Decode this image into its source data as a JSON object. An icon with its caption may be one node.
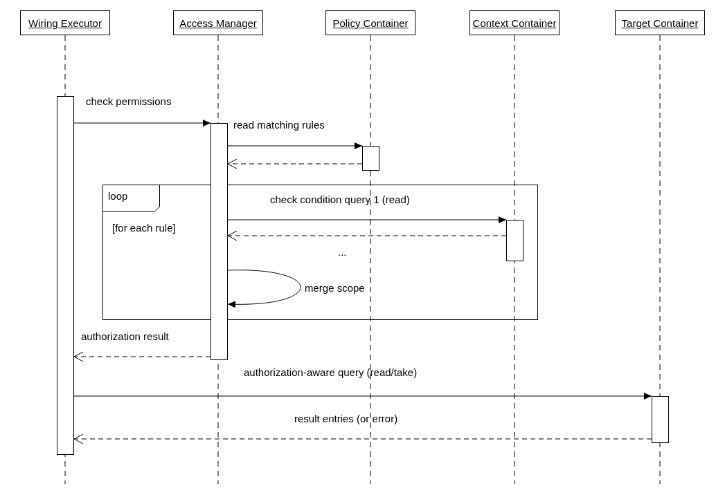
{
  "diagram": {
    "nodes": [
      {
        "text": [
          "Wiring Executor"
        ]
      },
      {
        "text": [
          "Access Manager"
        ]
      },
      {
        "text": [
          "Policy Container"
        ]
      },
      {
        "text": [
          "Context Container"
        ]
      },
      {
        "text": [
          "Target Container"
        ]
      },
      {
        "text": [],
        "shape": "bar"
      },
      {
        "text": [],
        "shape": "bar"
      },
      {
        "text": [],
        "shape": "bar"
      },
      {
        "text": [],
        "shape": "bar"
      },
      {
        "text": [],
        "shape": "bar"
      },
      {
        "text": [
          "loop"
        ]
      }
    ],
    "edges": [
      {
        "from": 5,
        "to": 6,
        "arrow": "to",
        "label": "check permissions"
      },
      {
        "from": 6,
        "to": 7,
        "arrow": "to",
        "label": "read matching rules"
      },
      {
        "from": 7,
        "to": 6,
        "arrow": "to",
        "style": "dashed"
      },
      {
        "from": 6,
        "to": 8,
        "arrow": "to",
        "label": "check condition query 1 (read)"
      },
      {
        "from": 8,
        "to": 6,
        "arrow": "to",
        "style": "dashed"
      },
      {
        "from": 6,
        "to": 6,
        "arrow": "to",
        "label": "merge scope"
      },
      {
        "from": 6,
        "to": 5,
        "arrow": "to",
        "style": "dashed",
        "label": "authorization result"
      },
      {
        "from": 5,
        "to": 9,
        "arrow": "to",
        "label": "authorization-aware query (read/take)"
      },
      {
        "from": 9,
        "to": 5,
        "arrow": "to",
        "style": "dashed",
        "label": "result entries (or error)"
      }
    ],
    "labels": [
      "[for each rule]",
      "..."
    ]
  }
}
